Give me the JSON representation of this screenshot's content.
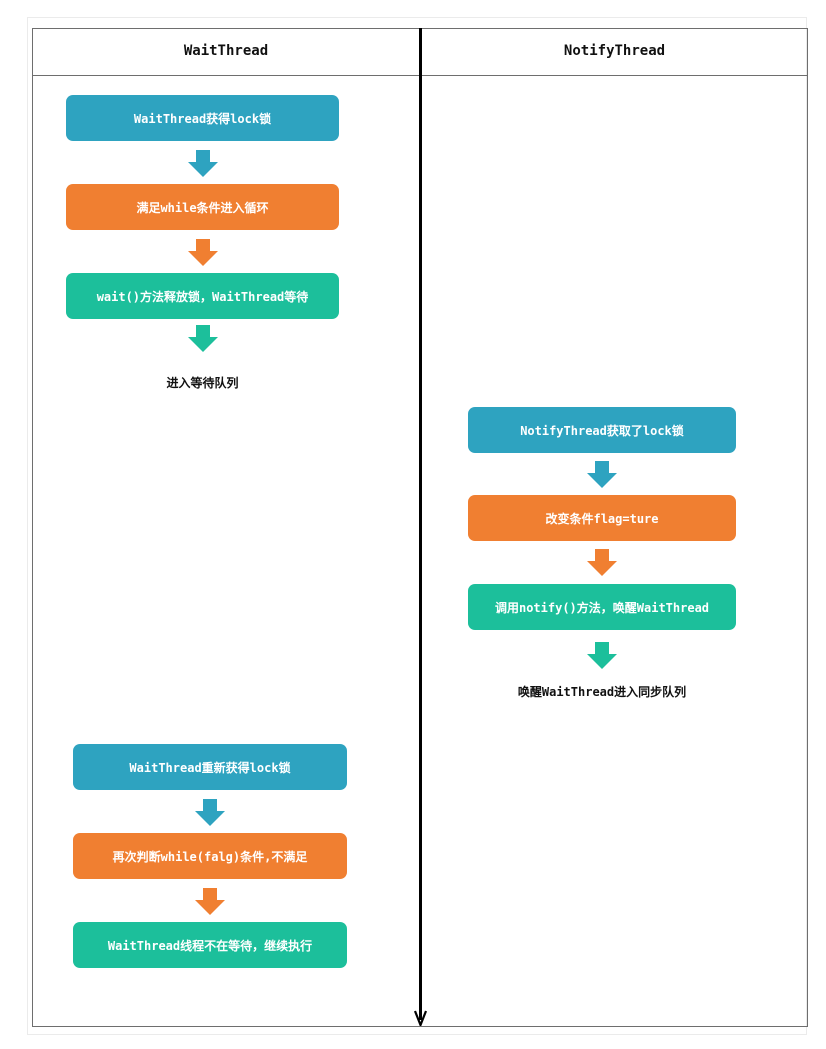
{
  "lanes": {
    "left_title": "WaitThread",
    "right_title": "NotifyThread"
  },
  "wait_lane": {
    "step1": "WaitThread获得lock锁",
    "step2": "满足while条件进入循环",
    "step3": "wait()方法释放锁，WaitThread等待",
    "note": "进入等待队列",
    "step4": "WaitThread重新获得lock锁",
    "step5": "再次判断while(falg)条件,不满足",
    "step6": "WaitThread线程不在等待，继续执行"
  },
  "notify_lane": {
    "step1": "NotifyThread获取了lock锁",
    "step2": "改变条件flag=ture",
    "step3": "调用notify()方法，唤醒WaitThread",
    "note": "唤醒WaitThread进入同步队列"
  },
  "colors": {
    "blue": "#2ea3c0",
    "orange": "#f07f31",
    "green": "#1cbf9b",
    "line": "#6e6e6e",
    "timeline": "#000000"
  }
}
